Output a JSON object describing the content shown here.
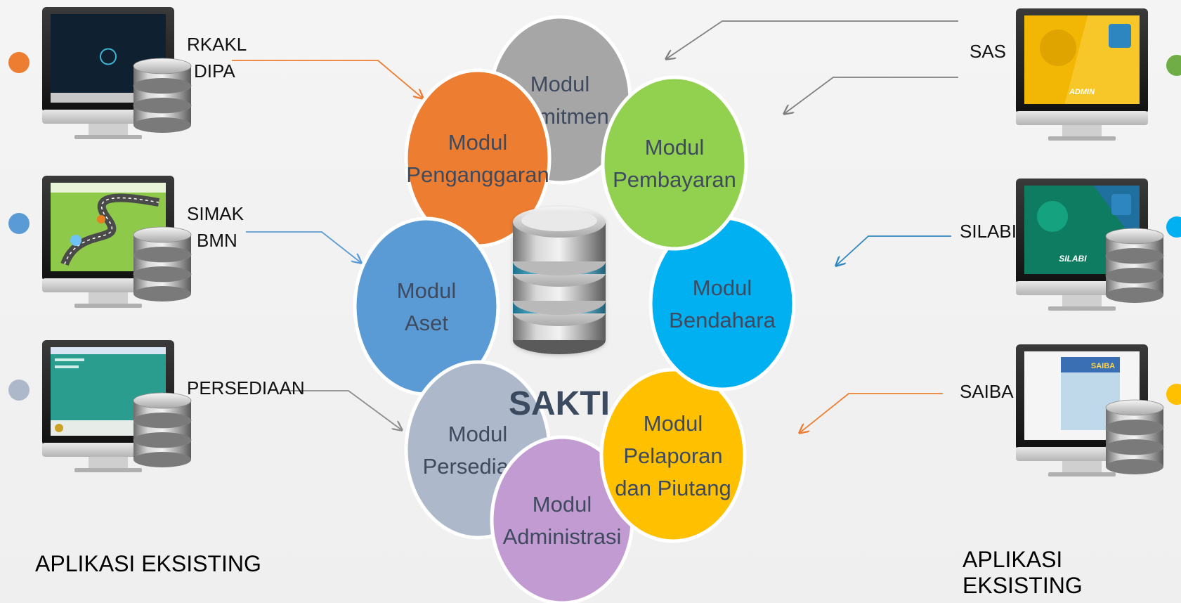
{
  "center": {
    "label": "SAKTI"
  },
  "modules": [
    {
      "key": "komitmen",
      "line1": "Modul",
      "line2": "Komitmen",
      "line3": "",
      "color": "#a6a6a6"
    },
    {
      "key": "pembayaran",
      "line1": "Modul",
      "line2": "Pembayaran",
      "line3": "",
      "color": "#92d050"
    },
    {
      "key": "bendahara",
      "line1": "Modul",
      "line2": "Bendahara",
      "line3": "",
      "color": "#00b0f0"
    },
    {
      "key": "pelaporan",
      "line1": "Modul",
      "line2": "Pelaporan",
      "line3": "dan Piutang",
      "color": "#ffc000"
    },
    {
      "key": "administrasi",
      "line1": "Modul",
      "line2": "Administrasi",
      "line3": "",
      "color": "#c39bd3"
    },
    {
      "key": "persediaan",
      "line1": "Modul",
      "line2": "Persediaan",
      "line3": "",
      "color": "#adb9ca"
    },
    {
      "key": "aset",
      "line1": "Modul",
      "line2": "Aset",
      "line3": "",
      "color": "#5b9bd5"
    },
    {
      "key": "penganggaran",
      "line1": "Modul",
      "line2": "Penganggaran",
      "line3": "",
      "color": "#ed7d31"
    }
  ],
  "left_apps": [
    {
      "line1": "RKAKL",
      "line2": "DIPA",
      "dot_color": "#ed7d31",
      "line_color": "#ed7d31",
      "screen_theme": "dark"
    },
    {
      "line1": "SIMAK",
      "line2": "BMN",
      "dot_color": "#5b9bd5",
      "line_color": "#5b9bd5",
      "screen_theme": "map"
    },
    {
      "line1": "PERSEDIAAN",
      "line2": "",
      "dot_color": "#adb9ca",
      "line_color": "#8c8c8c",
      "screen_theme": "teal"
    }
  ],
  "right_apps": [
    {
      "line1": "SAS",
      "dot_color": "#70ad47",
      "line_color": "#808080",
      "screen_theme": "sas",
      "screen_text": "ADMIN"
    },
    {
      "line1": "SILABI",
      "dot_color": "#00b0f0",
      "line_color": "#2e86c1",
      "screen_theme": "silabi",
      "screen_text": "SILABI"
    },
    {
      "line1": "SAIBA",
      "dot_color": "#ffc000",
      "line_color": "#ed7d31",
      "screen_theme": "saiba",
      "screen_text": "SAIBA"
    }
  ],
  "footer": {
    "left": "APLIKASI EKSISTING",
    "right": "APLIKASI EKSISTING"
  }
}
